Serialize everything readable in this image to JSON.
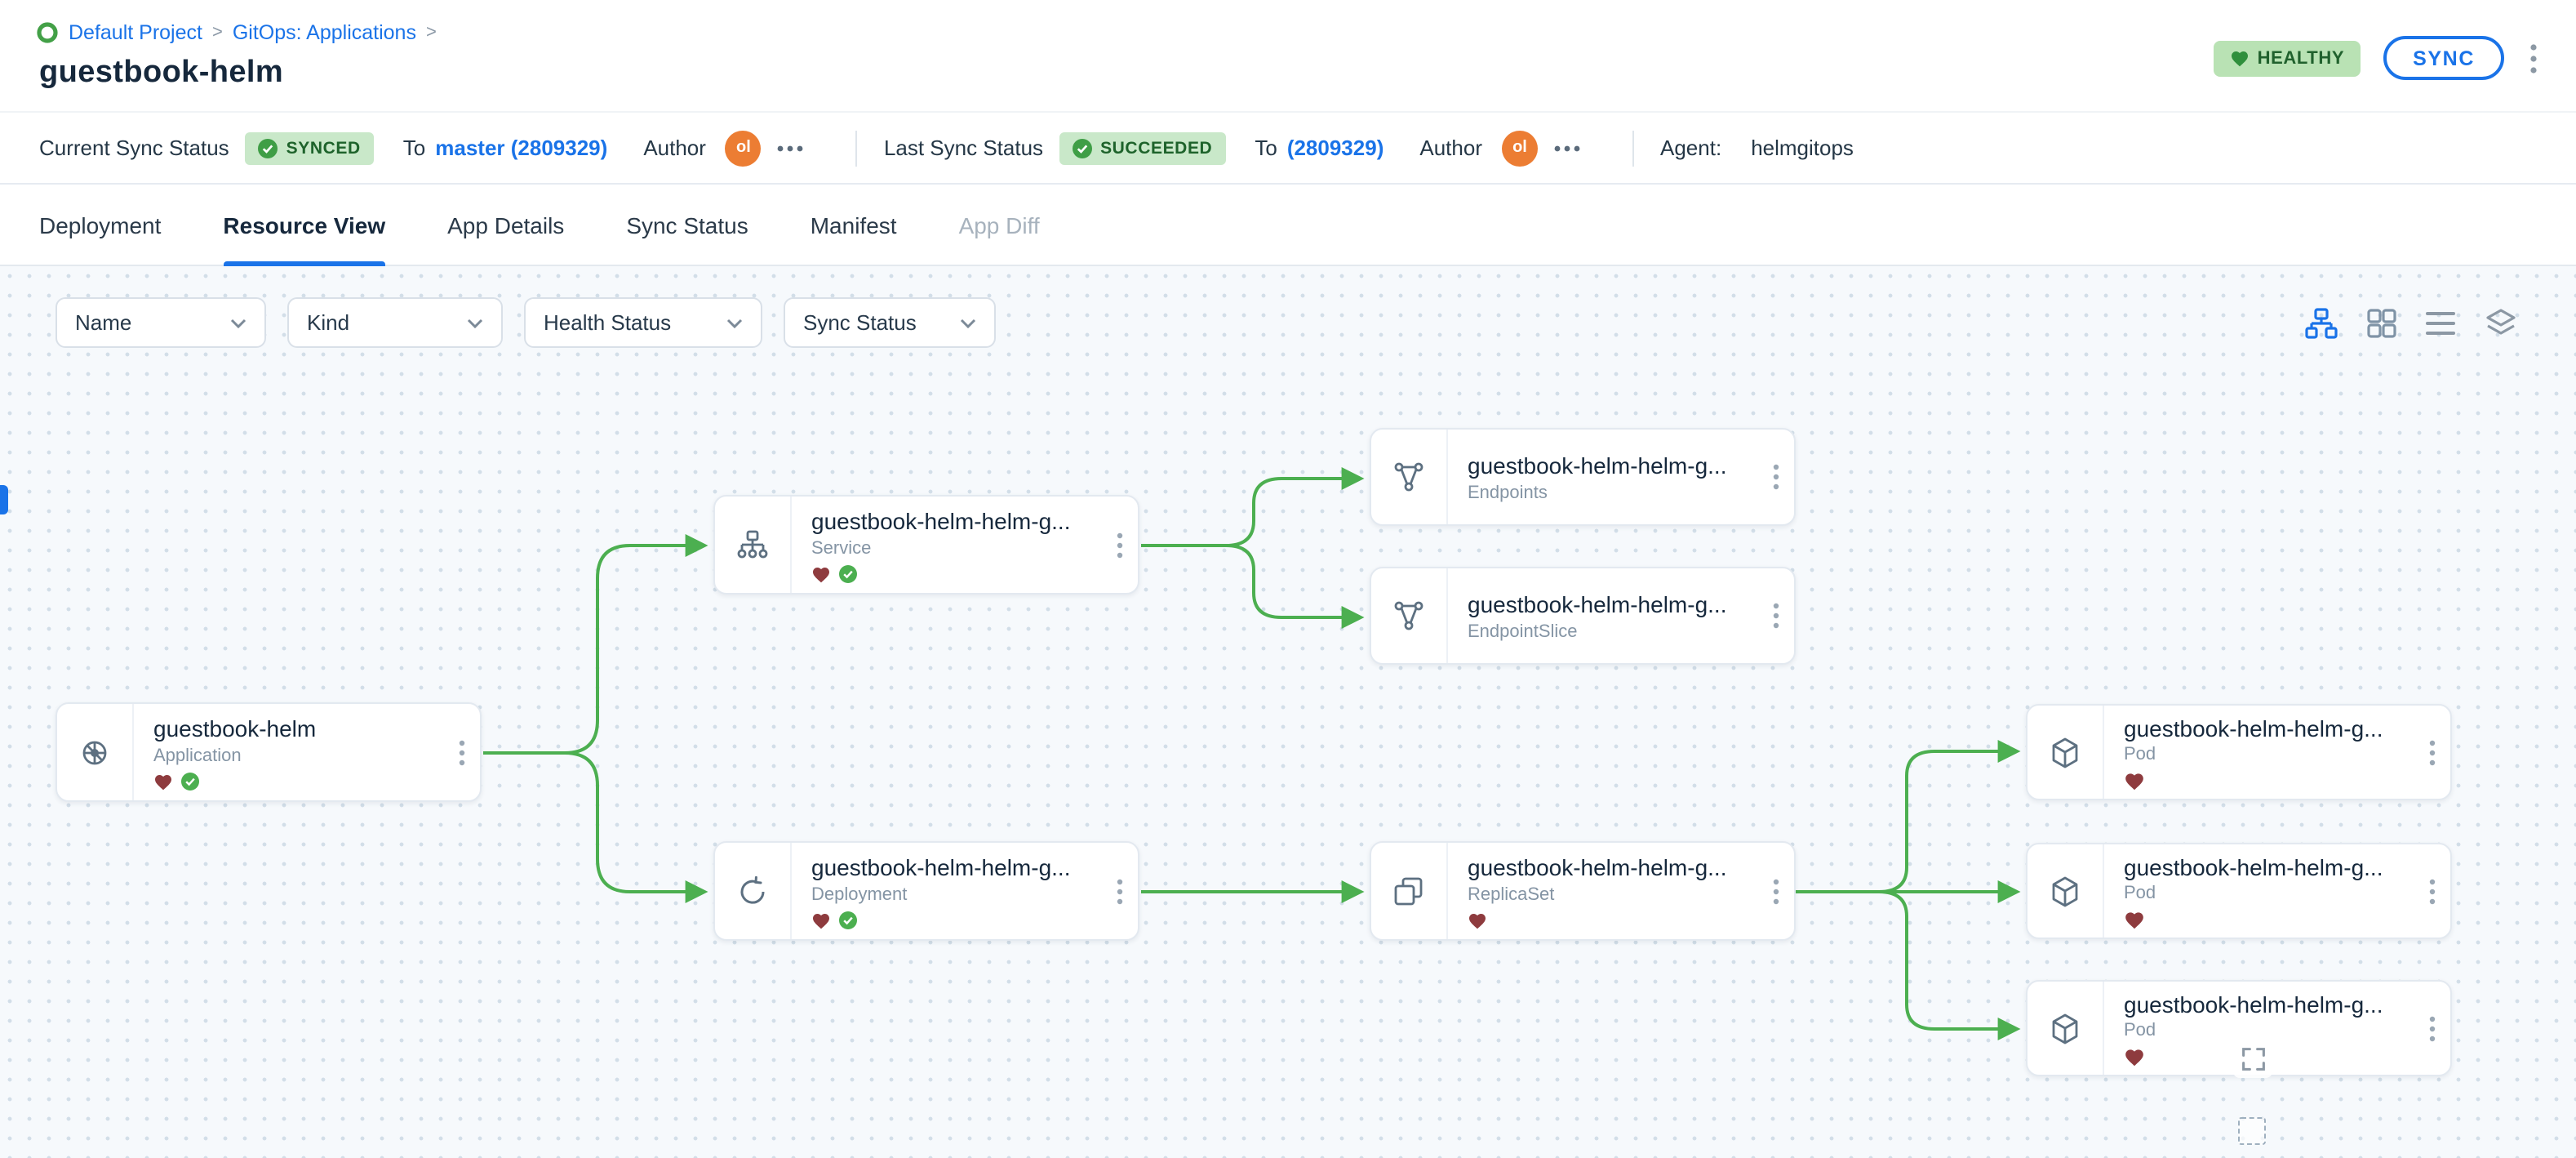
{
  "header": {
    "breadcrumb": {
      "project": "Default Project",
      "section": "GitOps: Applications",
      "separator": ">"
    },
    "title": "guestbook-helm",
    "health_badge": "HEALTHY",
    "sync_button": "SYNC"
  },
  "status_bar": {
    "current": {
      "label": "Current Sync Status",
      "badge": "SYNCED",
      "to_label": "To",
      "revision": "master (2809329)",
      "author_label": "Author",
      "author_initials": "ol"
    },
    "last": {
      "label": "Last Sync Status",
      "badge": "SUCCEEDED",
      "to_label": "To",
      "revision": "(2809329)",
      "author_label": "Author",
      "author_initials": "ol"
    },
    "agent_label": "Agent:",
    "agent_value": "helmgitops"
  },
  "tabs": [
    {
      "label": "Deployment"
    },
    {
      "label": "Resource View",
      "active": true
    },
    {
      "label": "App Details"
    },
    {
      "label": "Sync Status"
    },
    {
      "label": "Manifest"
    },
    {
      "label": "App Diff",
      "disabled": true
    }
  ],
  "filters": [
    {
      "label": "Name"
    },
    {
      "label": "Kind"
    },
    {
      "label": "Health Status"
    },
    {
      "label": "Sync Status"
    }
  ],
  "view_toggles": [
    {
      "icon": "tree-view-icon",
      "active": true
    },
    {
      "icon": "grid-view-icon",
      "active": false
    },
    {
      "icon": "list-view-icon",
      "active": false
    },
    {
      "icon": "layers-view-icon",
      "active": false
    }
  ],
  "graph": {
    "nodes": [
      {
        "title": "guestbook-helm",
        "kind": "Application",
        "health": "healthy",
        "synced": true
      },
      {
        "title": "guestbook-helm-helm-g...",
        "kind": "Service",
        "health": "healthy",
        "synced": true
      },
      {
        "title": "guestbook-helm-helm-g...",
        "kind": "Endpoints"
      },
      {
        "title": "guestbook-helm-helm-g...",
        "kind": "EndpointSlice"
      },
      {
        "title": "guestbook-helm-helm-g...",
        "kind": "Deployment",
        "health": "healthy",
        "synced": true
      },
      {
        "title": "guestbook-helm-helm-g...",
        "kind": "ReplicaSet",
        "health": "healthy"
      },
      {
        "title": "guestbook-helm-helm-g...",
        "kind": "Pod",
        "health": "healthy"
      },
      {
        "title": "guestbook-helm-helm-g...",
        "kind": "Pod",
        "health": "healthy"
      },
      {
        "title": "guestbook-helm-helm-g...",
        "kind": "Pod",
        "health": "healthy"
      }
    ],
    "edges": [
      [
        "Application",
        "Service"
      ],
      [
        "Application",
        "Deployment"
      ],
      [
        "Service",
        "Endpoints"
      ],
      [
        "Service",
        "EndpointSlice"
      ],
      [
        "Deployment",
        "ReplicaSet"
      ],
      [
        "ReplicaSet",
        "Pod-1"
      ],
      [
        "ReplicaSet",
        "Pod-2"
      ],
      [
        "ReplicaSet",
        "Pod-3"
      ]
    ]
  },
  "colors": {
    "accent_blue": "#1a73e8",
    "edge_green": "#4caf50",
    "badge_green_bg": "#c9e8c9",
    "healthy_badge_bg": "#b9e2b4",
    "health_heart": "#8e3b3e",
    "synced_check": "#3f9e46",
    "avatar_orange": "#ec7d33"
  }
}
